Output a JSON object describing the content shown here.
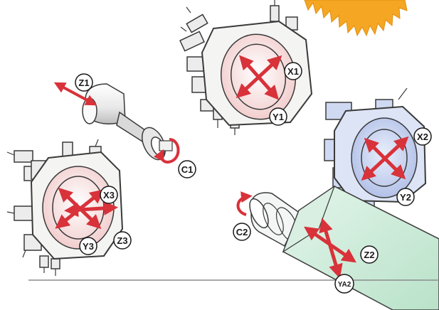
{
  "colors": {
    "arrow": "#d8323a",
    "burst": "#f5a623",
    "turret_body": "#f4f4f2",
    "turret_outline": "#3a3a3a",
    "turret_face_pink": "#f6dcdc",
    "turret_face_blue": "#c7d2ef",
    "spindle_green": "#c9ead7",
    "divider": "#8c8c8c"
  },
  "labels": {
    "x1": "X1",
    "y1": "Y1",
    "z1": "Z1",
    "c1": "C1",
    "x2": "X2",
    "y2": "Y2",
    "x3": "X3",
    "y3": "Y3",
    "z3": "Z3",
    "c2": "C2",
    "z2": "Z2",
    "ya2": "YA2"
  },
  "icons": {
    "burst": "starburst-icon",
    "axis_arrow": "double-arrow-icon",
    "rotation": "rotation-arrow-icon"
  }
}
